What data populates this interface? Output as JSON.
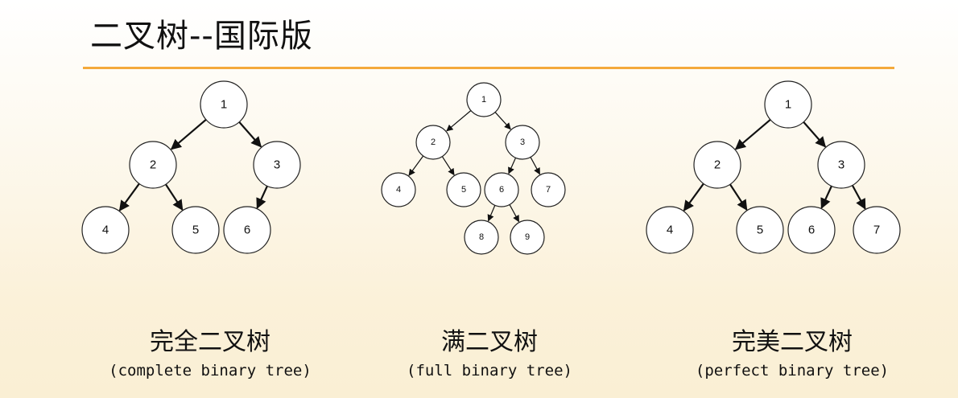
{
  "title": "二叉树--国际版",
  "colors": {
    "rule": "#f4a93b",
    "stroke": "#222222"
  },
  "trees": [
    {
      "id": "complete",
      "caption_zh": "完全二叉树",
      "caption_en": "(complete binary tree)",
      "nodes": [
        "1",
        "2",
        "3",
        "4",
        "5",
        "6"
      ],
      "edges": [
        [
          "1",
          "2"
        ],
        [
          "1",
          "3"
        ],
        [
          "2",
          "4"
        ],
        [
          "2",
          "5"
        ],
        [
          "3",
          "6"
        ]
      ]
    },
    {
      "id": "full",
      "caption_zh": "满二叉树",
      "caption_en": "(full binary tree)",
      "nodes": [
        "1",
        "2",
        "3",
        "4",
        "5",
        "6",
        "7",
        "8",
        "9"
      ],
      "edges": [
        [
          "1",
          "2"
        ],
        [
          "1",
          "3"
        ],
        [
          "2",
          "4"
        ],
        [
          "2",
          "5"
        ],
        [
          "3",
          "6"
        ],
        [
          "3",
          "7"
        ],
        [
          "6",
          "8"
        ],
        [
          "6",
          "9"
        ]
      ]
    },
    {
      "id": "perfect",
      "caption_zh": "完美二叉树",
      "caption_en": "(perfect binary tree)",
      "nodes": [
        "1",
        "2",
        "3",
        "4",
        "5",
        "6",
        "7"
      ],
      "edges": [
        [
          "1",
          "2"
        ],
        [
          "1",
          "3"
        ],
        [
          "2",
          "4"
        ],
        [
          "2",
          "5"
        ],
        [
          "3",
          "6"
        ],
        [
          "3",
          "7"
        ]
      ]
    }
  ]
}
